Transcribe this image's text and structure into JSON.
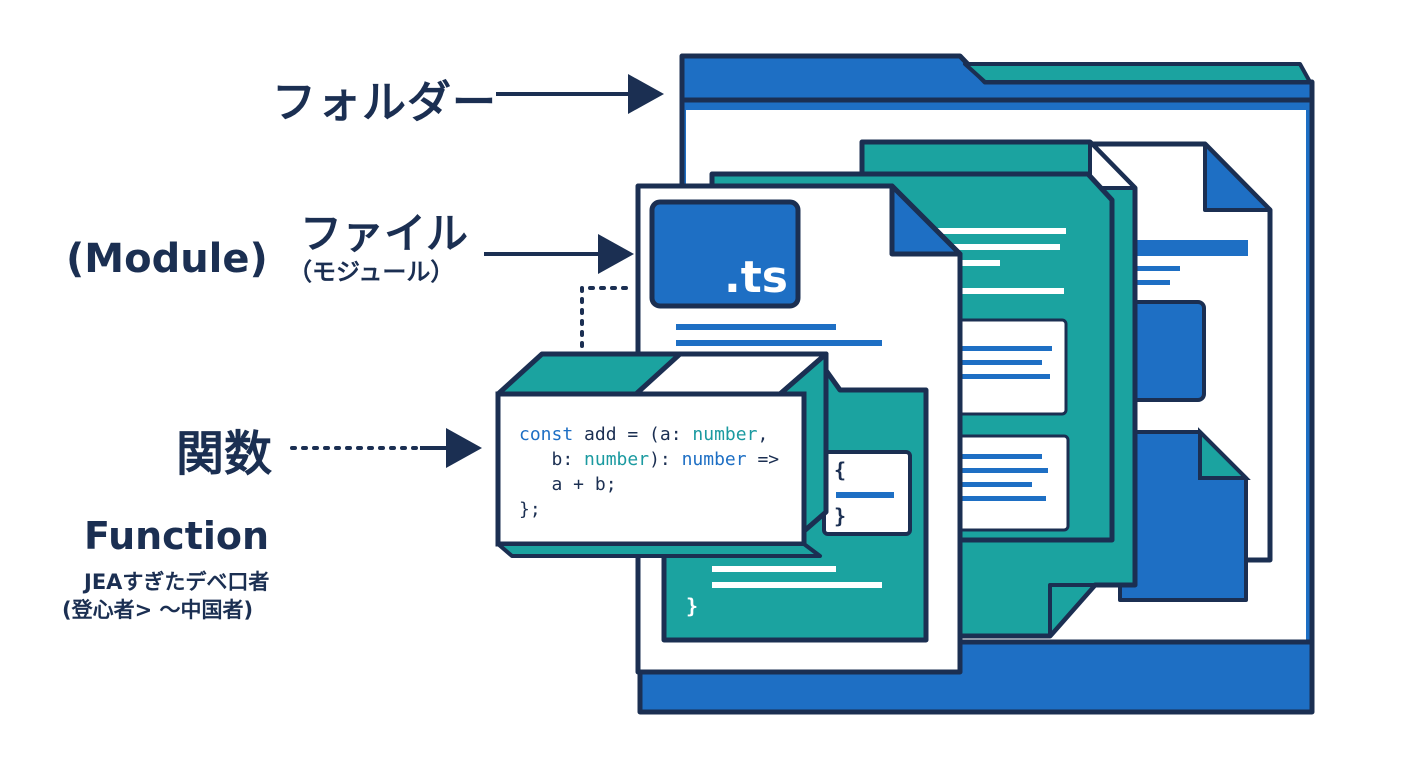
{
  "labels": {
    "folder": "フォルダー",
    "file": "ファイル",
    "file_sub": "（モジュール）",
    "module": "(Module)",
    "function": "関数",
    "function_en": "Function",
    "function_sub1": "JEAすぎたデベ口者",
    "function_sub2": "(登心者> 〜中国者)"
  },
  "file_badge": ".ts",
  "code": {
    "line1_kw": "const",
    "line1_a": " add = (a: ",
    "line1_type": "number",
    "line1_b": ",",
    "line2_a": "   b: ",
    "line2_type1": "number",
    "line2_b": "): ",
    "line2_type2": "number",
    "line2_c": " =>",
    "line3": "   a + b;",
    "line4": "};"
  },
  "braces": {
    "open": "{",
    "close": "}",
    "bottom": "}"
  },
  "colors": {
    "navy": "#1b2f52",
    "blue": "#1e6fc4",
    "teal": "#1ba3a0",
    "white": "#ffffff"
  }
}
